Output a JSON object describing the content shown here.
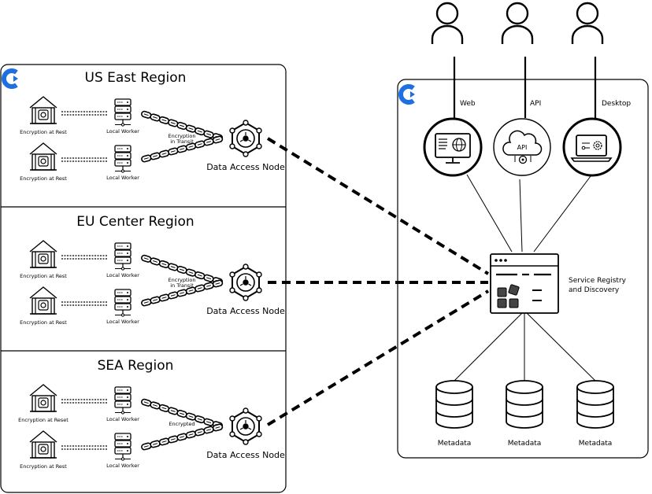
{
  "colors": {
    "line": "#000000",
    "background": "#ffffff",
    "brand_logo": "#1e6fe0"
  },
  "regions": [
    {
      "title": "US East Region",
      "storage_labels": [
        "Encryption at Rest",
        "Encryption at Rest"
      ],
      "worker_labels": [
        "Local Worker",
        "Local Worker"
      ],
      "link_label_lines": [
        "Encryption",
        "in Transit"
      ],
      "node_label": "Data Access Node"
    },
    {
      "title": "EU Center Region",
      "storage_labels": [
        "Encryption at Rest",
        "Encryption at Rest"
      ],
      "worker_labels": [
        "Local Worker",
        "Local Worker"
      ],
      "link_label_lines": [
        "Encryption",
        "in Transit"
      ],
      "node_label": "Data Access Node"
    },
    {
      "title": "SEA Region",
      "storage_labels": [
        "Encryption at Reset",
        "Encryption at Rest"
      ],
      "worker_labels": [
        "Local Worker",
        "Local Worker"
      ],
      "link_label_lines": [
        "Encrypted"
      ],
      "node_label": "Data Access Node"
    }
  ],
  "clients": [
    {
      "label": "Web",
      "icon": "web-monitor-icon"
    },
    {
      "label": "API",
      "icon_text": "API",
      "icon": "api-cloud-icon"
    },
    {
      "label": "Desktop",
      "icon": "desktop-laptop-icon"
    }
  ],
  "registry": {
    "label_lines": [
      "Service Registry",
      "and Discovery"
    ],
    "icon": "browser-window-icon"
  },
  "metadata": [
    "Metadata",
    "Metadata",
    "Metadata"
  ]
}
